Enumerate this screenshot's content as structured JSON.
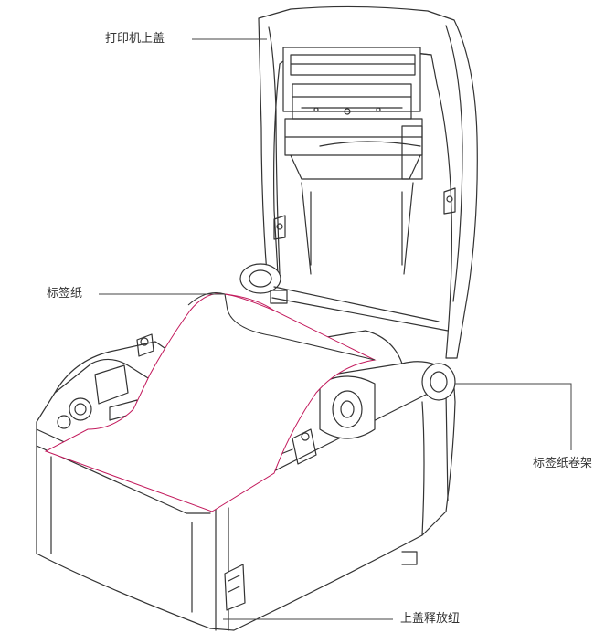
{
  "labels": {
    "top_cover": "打印机上盖",
    "label_paper": "标签纸",
    "roll_holder": "标签纸卷架",
    "release_button": "上盖释放纽"
  },
  "colors": {
    "outline": "#333333",
    "paper_edge": "#c2185b",
    "leader": "#444444",
    "text": "#333333"
  }
}
